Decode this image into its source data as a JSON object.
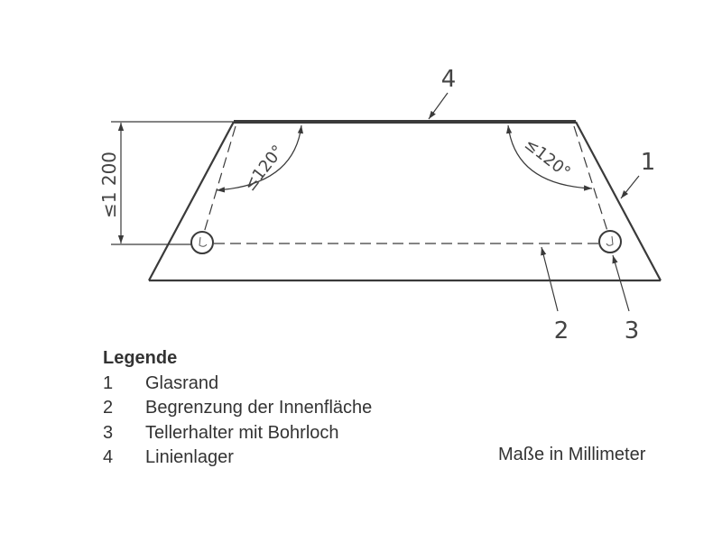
{
  "diagram": {
    "dimension_label": "≤1 200",
    "angle_label_left": "≤120°",
    "angle_label_right": "≤120°",
    "callouts": [
      "1",
      "2",
      "3",
      "4"
    ],
    "colors": {
      "line": "#3a3a3a",
      "text": "#333333",
      "background": "#ffffff"
    }
  },
  "legend": {
    "title": "Legende",
    "items": [
      {
        "num": "1",
        "label": "Glasrand"
      },
      {
        "num": "2",
        "label": "Begrenzung der Innenfläche"
      },
      {
        "num": "3",
        "label": "Tellerhalter mit Bohrloch"
      },
      {
        "num": "4",
        "label": "Linienlager"
      }
    ]
  },
  "units_note": "Maße in Millimeter"
}
